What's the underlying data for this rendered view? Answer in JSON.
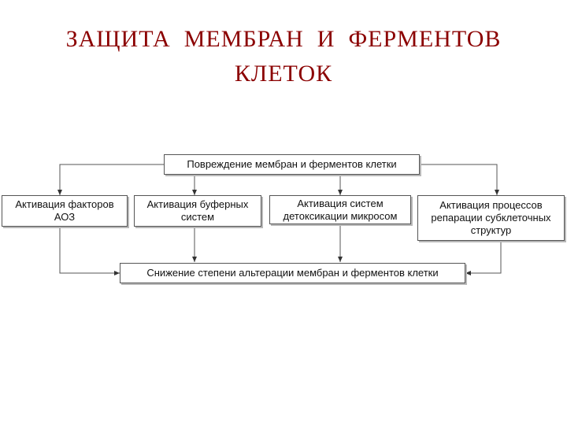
{
  "slide": {
    "title_line1": "ЗАЩИТА  МЕМБРАН  И  ФЕРМЕНТОВ",
    "title_line2": "КЛЕТОК"
  },
  "diagram": {
    "top_box": "Повреждение мембран и ферментов клетки",
    "mechanisms": [
      "Активация факторов\nАОЗ",
      "Активация буферных\nсистем",
      "Активация систем\nдетоксикации микросом",
      "Активация процессов\nрепарации субклеточных\nструктур"
    ],
    "bottom_box": "Снижение степени альтерации мембран и ферментов клетки"
  }
}
